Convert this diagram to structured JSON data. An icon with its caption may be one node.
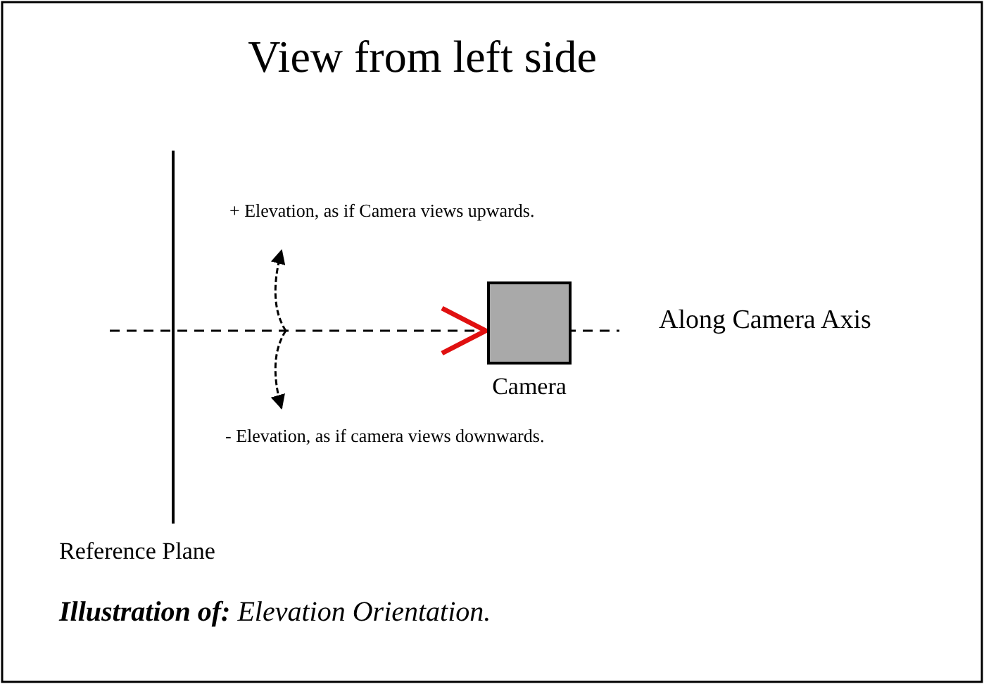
{
  "diagram": {
    "title": "View from left side",
    "caption": "**Illustration of:** Elevation Orientation.",
    "nodes": [
      {
        "text": [
          "Camera"
        ]
      }
    ],
    "labels": [
      "+ Elevation, as if Camera views upwards.",
      "Along Camera Axis",
      "- Elevation, as if camera views downwards.",
      "Reference Plane"
    ]
  }
}
